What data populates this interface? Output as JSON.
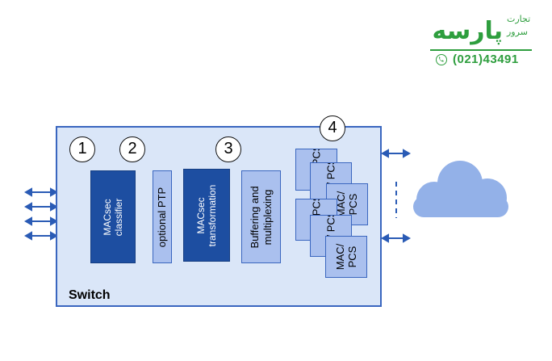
{
  "logo": {
    "brand": "پارسه",
    "sub_line1": "تجارت",
    "sub_line2": "سرور",
    "phone": "(021)43491",
    "phone_icon": "phone-icon",
    "color": "#2e9e3e"
  },
  "diagram": {
    "switch_label": "Switch",
    "markers": [
      "1",
      "2",
      "3",
      "4"
    ],
    "blocks": {
      "classifier": [
        "MACsec",
        "classifier"
      ],
      "ptp": "optional PTP",
      "transformation": [
        "MACsec",
        "transformation"
      ],
      "buffering": [
        "Buffering and",
        "multiplexing"
      ]
    },
    "mac_pcs": {
      "stack_top_a": "MAC/ PCS",
      "stack_top_b": "MAC/ PCS",
      "stack_top_c": [
        "MAC/",
        "PCS"
      ],
      "stack_bottom_a": "MAC/ PCS",
      "stack_bottom_b": "MAC/ PCS",
      "stack_bottom_c": [
        "MAC/",
        "PCS"
      ]
    },
    "colors": {
      "switch_fill": "#dae6f8",
      "switch_border": "#3a66bf",
      "dark_block": "#1d4ea1",
      "light_block": "#aac0ee",
      "arrow": "#2a5bb5",
      "cloud": "#93b1e8"
    },
    "icons": {
      "left_arrows": "double-arrow-icon",
      "right_arrows": "double-arrow-icon",
      "cloud": "cloud-icon"
    }
  }
}
